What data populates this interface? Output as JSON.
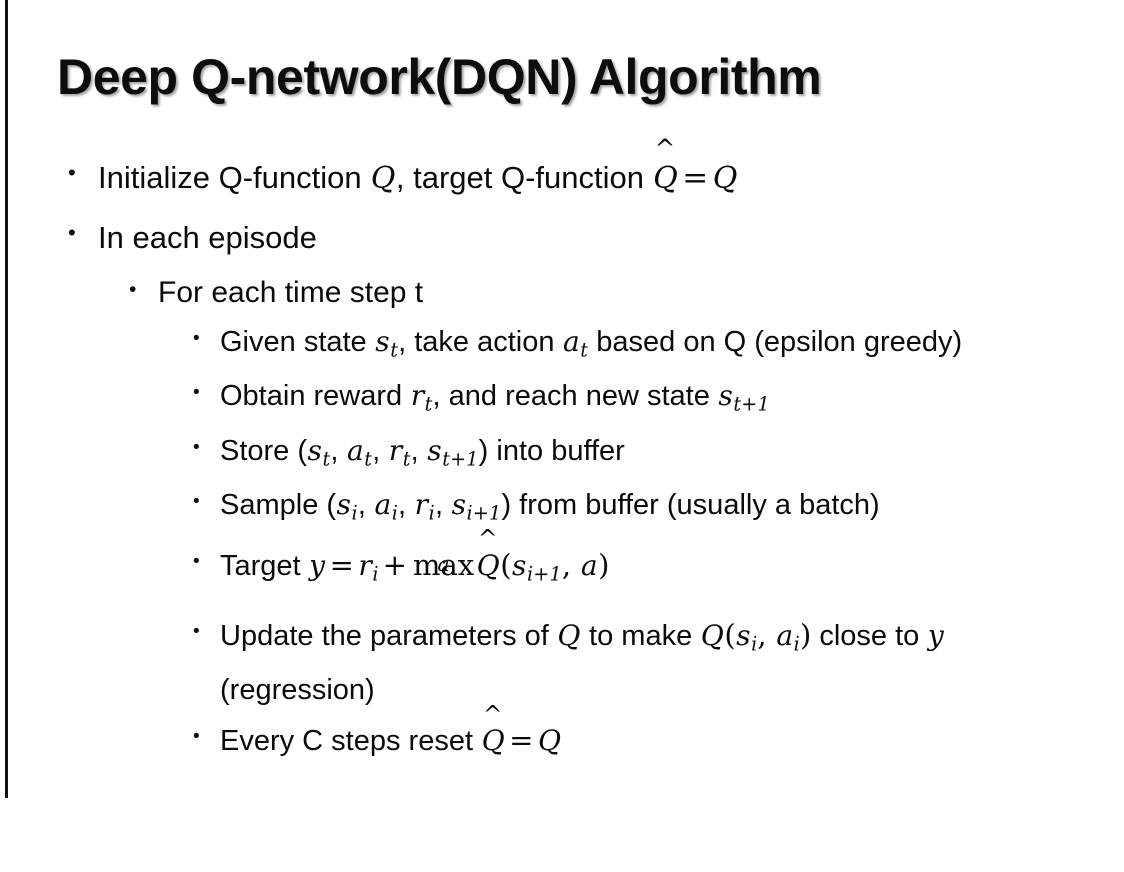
{
  "slide": {
    "title": "Deep Q-network(DQN) Algorithm",
    "bullet_marker": "•",
    "text_color": "#0b0b0b",
    "background_color": "#ffffff",
    "rule_color": "#111111"
  },
  "content": {
    "l1_initialize": {
      "text_1": "Initialize Q-function ",
      "math_Q": "Q",
      "text_2": ", target Q-function ",
      "math_Qhat": "Q",
      "hat": "^",
      "eq": "=",
      "math_Q2": "Q"
    },
    "l1_episode": {
      "text": "In each episode"
    },
    "l2_timestep": {
      "text": "For each time step t"
    },
    "l3_given": {
      "text_1": "Given state ",
      "math_s": "s",
      "sub_t": "t",
      "text_2": ", take action ",
      "math_a": "a",
      "sub_t2": "t",
      "text_3": " based on Q (epsilon greedy)"
    },
    "l3_obtain": {
      "text_1": "Obtain reward ",
      "math_r": "r",
      "sub_t": "t",
      "text_2": ", and reach new state ",
      "math_s": "s",
      "sub_t1": "t+1"
    },
    "l3_store": {
      "text_1": "Store (",
      "math_s": "s",
      "sub_t": "t",
      "sep_1": ", ",
      "math_a": "a",
      "sub_t2": "t",
      "sep_2": ", ",
      "math_r": "r",
      "sub_t3": "t",
      "sep_3": ", ",
      "math_s2": "s",
      "sub_t4": "t+1",
      "text_2": ") into buffer"
    },
    "l3_sample": {
      "text_1": "Sample (",
      "math_s": "s",
      "sub_i": "i",
      "sep_1": ", ",
      "math_a": "a",
      "sub_i2": "i",
      "sep_2": ", ",
      "math_r": "r",
      "sub_i3": "i",
      "sep_3": ", ",
      "math_s2": "s",
      "sub_i4": "i+1",
      "text_2": ") from buffer (usually a batch)"
    },
    "l3_target": {
      "text_1": "Target ",
      "math_y": "y",
      "eq": "=",
      "math_r": "r",
      "sub_i": "i",
      "plus": "+",
      "op_max": "max",
      "op_limit": "a",
      "math_Qhat": "Q",
      "hat": "^",
      "paren_open": "(",
      "math_s": "s",
      "sub_i1": "i+1",
      "sep": ", ",
      "math_a": "a",
      "paren_close": ")"
    },
    "l3_update": {
      "text_1": "Update the parameters of ",
      "math_Q": "Q",
      "text_2": " to make ",
      "math_Q2": "Q",
      "paren_open": "(",
      "math_s": "s",
      "sub_i": "i",
      "sep": ", ",
      "math_a": "a",
      "sub_i2": "i",
      "paren_close": ")",
      "text_3": " close to ",
      "math_y": "y",
      "text_4": " (regression)"
    },
    "l3_reset": {
      "text_1": "Every C steps reset ",
      "math_Qhat": "Q",
      "hat": "^",
      "eq": "=",
      "math_Q": "Q"
    }
  }
}
